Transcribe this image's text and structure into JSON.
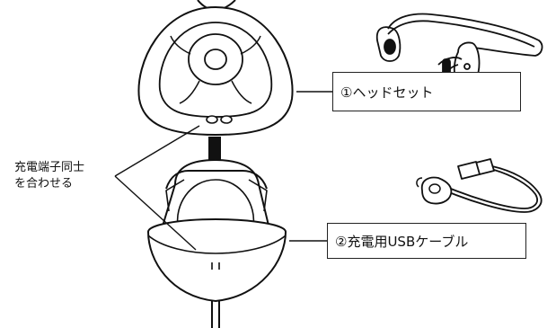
{
  "labels": {
    "headset": "①ヘッドセット",
    "cable": "②充電用USBケーブル"
  },
  "note": {
    "line1": "充電端子同士",
    "line2": "を合わせる"
  }
}
